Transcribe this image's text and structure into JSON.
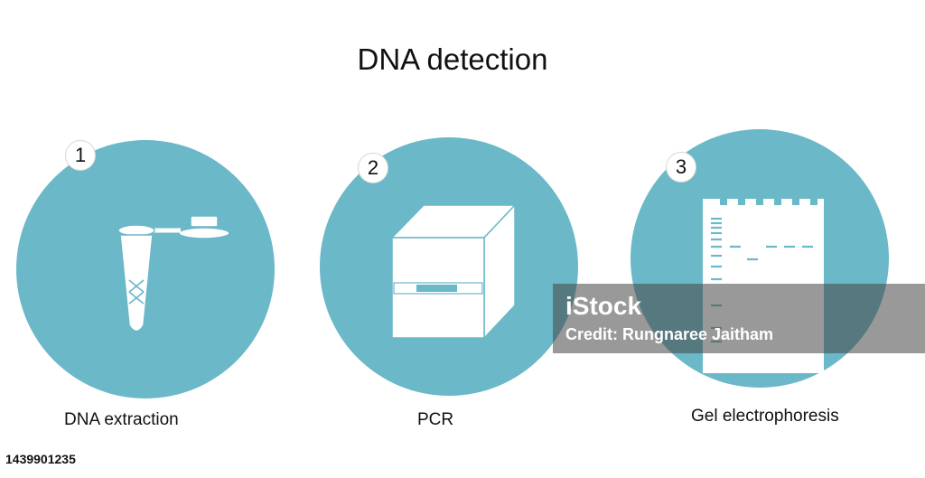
{
  "title": "DNA detection",
  "steps": [
    {
      "number": "1",
      "label": "DNA extraction",
      "icon": "microcentrifuge-tube-icon"
    },
    {
      "number": "2",
      "label": "PCR",
      "icon": "pcr-machine-icon"
    },
    {
      "number": "3",
      "label": "Gel electrophoresis",
      "icon": "gel-electrophoresis-icon"
    }
  ],
  "colors": {
    "circle": "#6ab8c8",
    "icon_fill": "#ffffff",
    "icon_accent": "#6ab8c8"
  },
  "watermark": {
    "brand": "iStock",
    "credit": "Credit: Rungnaree Jaitham"
  },
  "footer": {
    "image_id": "1439901235"
  }
}
